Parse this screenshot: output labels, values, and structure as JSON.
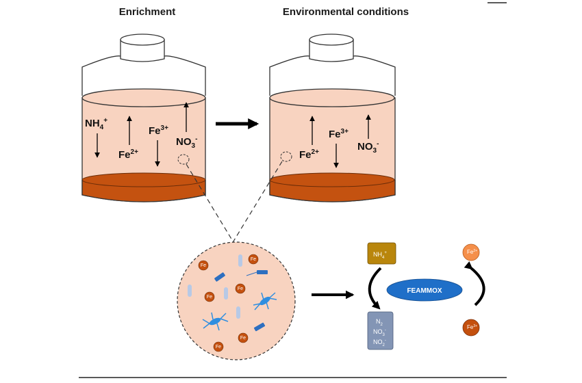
{
  "titles": {
    "left": "Enrichment",
    "right": "Environmental conditions"
  },
  "left_jar": {
    "nh4_base": "NH",
    "nh4_sub": "4",
    "nh4_sup": "+",
    "fe2_base": "Fe",
    "fe2_sup": "2+",
    "fe3_base": "Fe",
    "fe3_sup": "3+",
    "no3_base": "NO",
    "no3_sub": "3",
    "no3_sup": "-"
  },
  "right_jar": {
    "fe2_base": "Fe",
    "fe2_sup": "2+",
    "fe3_base": "Fe",
    "fe3_sup": "3+",
    "no3_base": "NO",
    "no3_sub": "3",
    "no3_sup": "-"
  },
  "zoom": {
    "fe_label": "Fe"
  },
  "cycle": {
    "nh4_base": "NH",
    "nh4_sub": "4",
    "nh4_sup": "+",
    "n2_base": "N",
    "n2_sub": "2",
    "no3_base": "NO",
    "no3_sub": "3",
    "no3_sup": "-",
    "no2_base": "NO",
    "no2_sub": "2",
    "no2_sup": "-",
    "feammox": "FEAMMOX",
    "fe2_base": "Fe",
    "fe2_sup": "2+",
    "fe3_base": "Fe",
    "fe3_sup": "3+"
  },
  "colors": {
    "liquid": "#f8d3c0",
    "sediment": "#c45210",
    "fe_particle": "#c4500e",
    "nh4_box": "#b9860c",
    "n_box": "#8395b5",
    "feammox": "#1f6fc8",
    "fe2_circle": "#f58f4a",
    "fe3_circle": "#c4500e",
    "microbe": "#2e8ee0"
  }
}
